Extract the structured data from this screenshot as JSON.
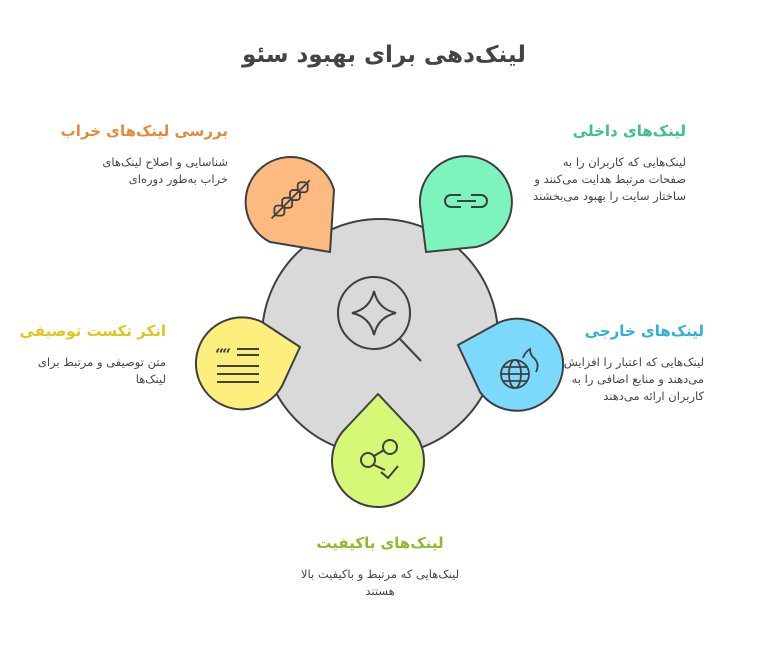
{
  "title": "لینک‌دهی برای بهبود سئو",
  "colors": {
    "orange": "#FDBA80",
    "green": "#7DF4BE",
    "yellow": "#FCEF7E",
    "blue": "#7DD9FC",
    "lime": "#D6F877",
    "center": "#D9D9D9",
    "stroke": "#3F3F3F",
    "orange_text": "#E6893A",
    "green_text": "#3CC18A",
    "yellow_text": "#E2C421",
    "blue_text": "#2EB0D8",
    "lime_text": "#8DBB2A"
  },
  "center": {
    "icon": "search-sparkle-icon"
  },
  "items": [
    {
      "id": "broken-links",
      "title": "بررسی لینک‌های خراب",
      "description": [
        "شناسایی و اصلاح لینک‌های",
        "خراب به‌طور دوره‌ای"
      ],
      "icon": "broken-chain-icon",
      "color": "orange"
    },
    {
      "id": "internal-links",
      "title": "لینک‌های داخلی",
      "description": [
        "لینک‌هایی که کاربران را به",
        "صفحات مرتبط هدایت می‌کنند و",
        "ساختار سایت را بهبود می‌بخشند"
      ],
      "icon": "link-icon",
      "color": "green"
    },
    {
      "id": "anchor-text",
      "title": "انکر تکست توصیفی",
      "description": [
        "متن توصیفی و مرتبط برای",
        "لینک‌ها"
      ],
      "icon": "quote-text-icon",
      "color": "yellow"
    },
    {
      "id": "external-links",
      "title": "لینک‌های خارجی",
      "description": [
        "لینک‌هایی که اعتبار را افزایش",
        "می‌دهند و منابع اضافی را به",
        "کاربران ارائه می‌دهند"
      ],
      "icon": "globe-fire-icon",
      "color": "blue"
    },
    {
      "id": "quality-links",
      "title": "لینک‌های باکیفیت",
      "description": [
        "لینک‌هایی که مرتبط و باکیفیت بالا",
        "هستند"
      ],
      "icon": "share-check-icon",
      "color": "lime"
    }
  ]
}
